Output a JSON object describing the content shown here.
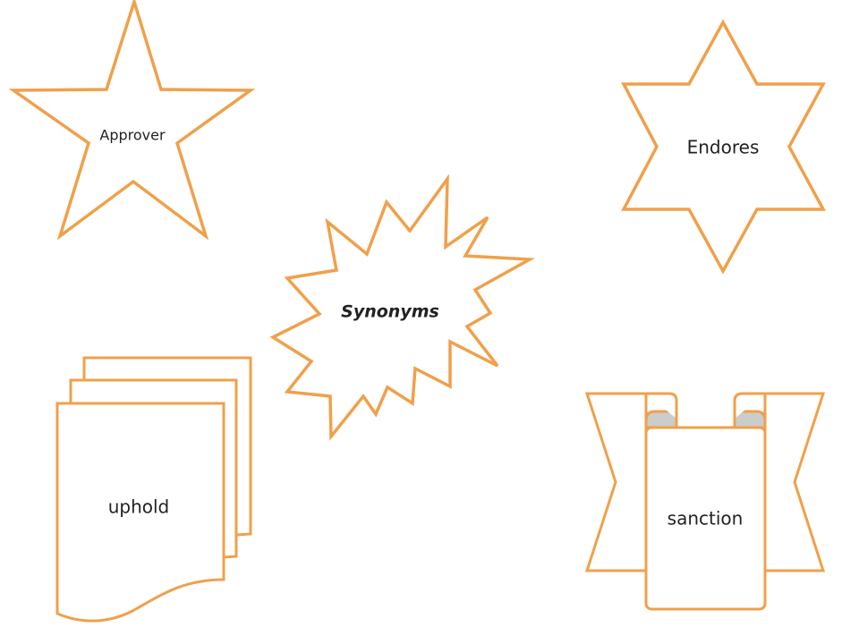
{
  "colors": {
    "accent": "#f0a04b",
    "fold": "#cccccc",
    "text": "#222222"
  },
  "shapes": {
    "star5": {
      "label": "Approver"
    },
    "star6": {
      "label": "Endores"
    },
    "burst": {
      "label": "Synonyms"
    },
    "documents": {
      "label": "uphold"
    },
    "scroll": {
      "label": "sanction"
    }
  }
}
